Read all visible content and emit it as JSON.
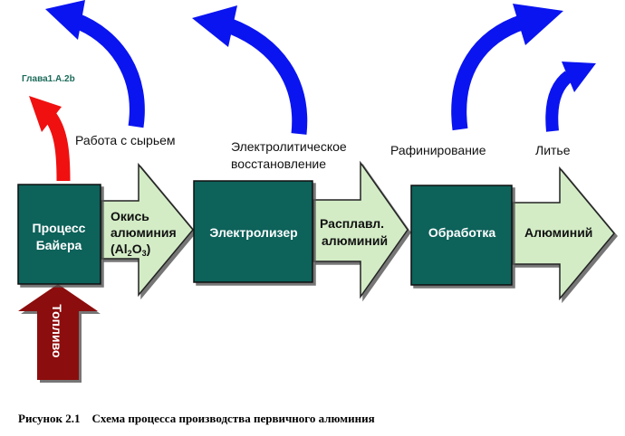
{
  "reference": "Глава1.А.2b",
  "labels": {
    "raw_materials": "Работа с сырьем",
    "electrolysis_line1": "Электролитическое",
    "electrolysis_line2": "восстановление",
    "refining": "Рафинирование",
    "casting": "Литье"
  },
  "boxes": {
    "bayer_line1": "Процесс",
    "bayer_line2": "Байера",
    "electrolyser": "Электролизер",
    "processing": "Обработка"
  },
  "arrows": {
    "alumina_line1": "Окись",
    "alumina_line2": "алюминия",
    "alumina_formula_open": "(Al",
    "alumina_sub1": "2",
    "alumina_formula_mid": "O",
    "alumina_sub2": "3",
    "alumina_formula_close": ")",
    "molten_line1": "Расплавл.",
    "molten_line2": "алюминий",
    "aluminium": "Алюминий"
  },
  "fuel": "Топливо",
  "caption": {
    "number": "Рисунок 2.1",
    "text": "Схема процесса производства первичного алюминия"
  },
  "colors": {
    "box_fill": "#0f625a",
    "arrow_fill": "#d3ecc6",
    "emission_blue": "#0a14f0",
    "emission_red": "#f01010",
    "fuel_fill": "#8c0e0e"
  }
}
